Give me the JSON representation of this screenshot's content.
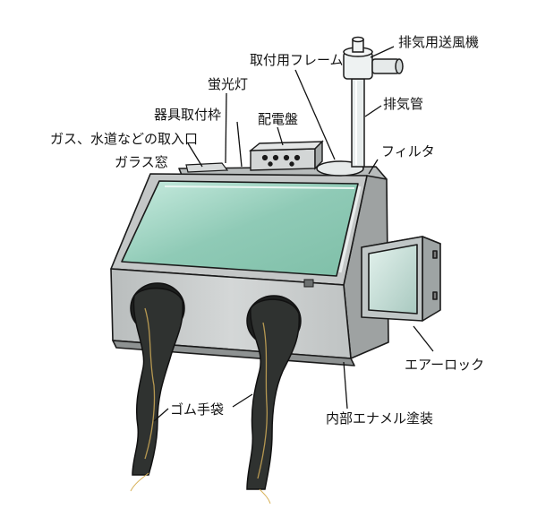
{
  "figure": {
    "labels": {
      "exhaust_fan": "排気用送風機",
      "mount_frame": "取付用フレーム",
      "exhaust_pipe": "排気管",
      "fluorescent_lamp": "蛍光灯",
      "switchboard": "配電盤",
      "fixture_frame": "器具取付枠",
      "utility_inlet": "ガス、水道などの取入口",
      "glass_window": "ガラス窓",
      "filter": "フィルタ",
      "air_lock": "エアーロック",
      "inner_enamel": "内部エナメル塗装",
      "rubber_gloves": "ゴム手袋"
    }
  },
  "colors": {
    "cabinet": "#c9cccc",
    "cabinet_dark": "#a9adad",
    "glass": "#9fd3c0",
    "glove": "#2f3230",
    "glove_highlight": "#d8b25a",
    "outline": "#1a1a1a"
  }
}
